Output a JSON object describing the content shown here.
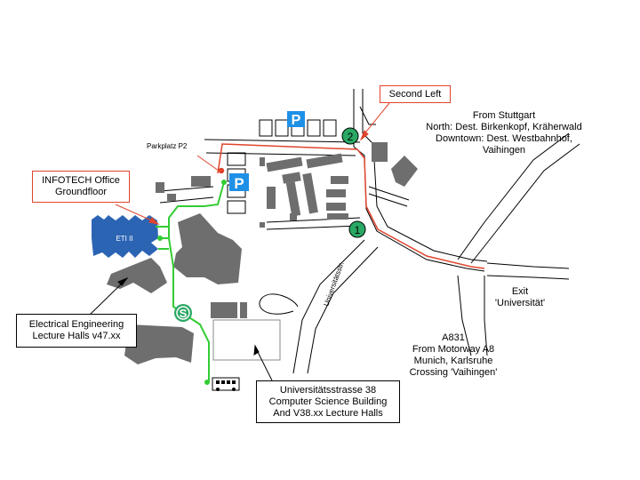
{
  "labels": {
    "second_left": "Second Left",
    "from_stuttgart": [
      "From Stuttgart",
      "North: Dest. Birkenkopf, Kräherwald",
      "Downtown: Dest. Westbahnhof,",
      "Vaihingen"
    ],
    "parkplatz": "Parkplatz P2",
    "infotech": [
      "INFOTECH Office",
      "Groundfloor"
    ],
    "eti": "ETI II",
    "electrical": [
      "Electrical Engineering",
      "Lecture Halls v47.xx"
    ],
    "exit": [
      "Exit",
      "'Universität'"
    ],
    "a831": [
      "A831",
      "From Motorway A8",
      "Munich, Karlsruhe",
      "Crossing 'Vaihingen'"
    ],
    "cs_building": [
      "Universitätsstrasse 38",
      "Computer Science Building",
      "And V38.xx Lecture Halls"
    ],
    "street": "Universitätsstr.",
    "marker_1": "1",
    "marker_2": "2",
    "parking_symbol": "P",
    "sbahn_symbol": "S"
  },
  "colors": {
    "route_car": "#e0442c",
    "route_walk": "#33cc33",
    "parking": "#1e90e6",
    "eti_building": "#2c64b4",
    "building": "#6e6e6e",
    "marker": "#2aa864"
  },
  "icons": [
    "parking-icon",
    "sbahn-icon",
    "bus-icon"
  ]
}
